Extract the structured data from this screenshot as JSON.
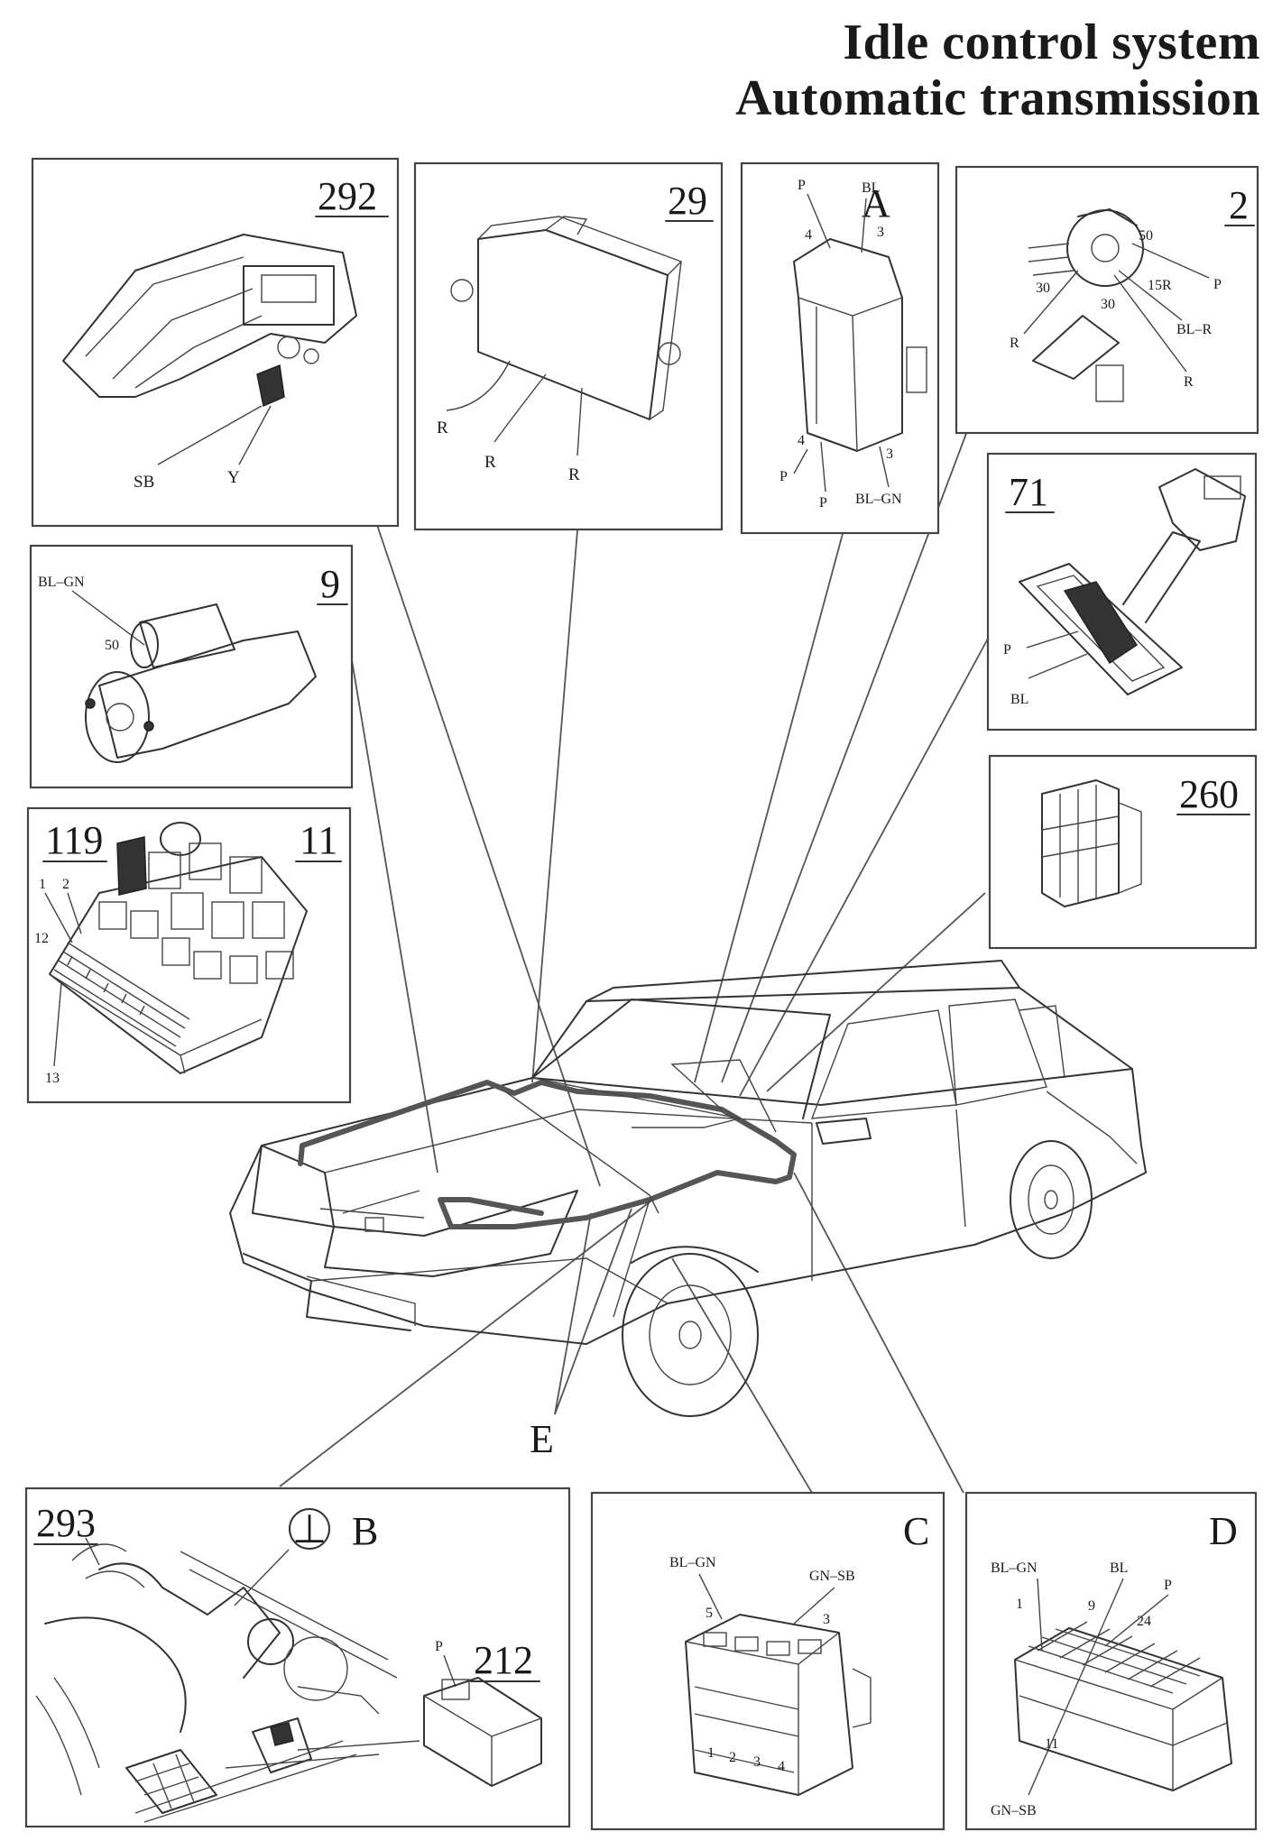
{
  "title": {
    "line1": "Idle control system",
    "line2": "Automatic transmission"
  },
  "panels": {
    "p292": {
      "number": "292",
      "labels": [
        "SB",
        "Y"
      ]
    },
    "p29": {
      "number": "29",
      "labels": [
        "R",
        "R",
        "R"
      ]
    },
    "pA": {
      "letter": "A",
      "labels": [
        "P",
        "BL",
        "4",
        "3",
        "4",
        "P",
        "P",
        "3",
        "BL–GN"
      ]
    },
    "p2": {
      "number": "2",
      "labels": [
        "50",
        "P",
        "30",
        "15R",
        "30",
        "BL–R",
        "R",
        "R"
      ]
    },
    "p71": {
      "number": "71",
      "labels": [
        "P",
        "BL"
      ]
    },
    "p9": {
      "number": "9",
      "labels": [
        "BL–GN",
        "50"
      ]
    },
    "p260": {
      "number": "260"
    },
    "p11": {
      "number": "11",
      "number2": "119",
      "labels": [
        "1",
        "2",
        "12",
        "13"
      ]
    },
    "pB": {
      "letter": "B",
      "number": "293",
      "number2": "212",
      "ground": "⊥",
      "labels": [
        "P"
      ]
    },
    "pC": {
      "letter": "C",
      "labels": [
        "BL–GN",
        "GN–SB",
        "5",
        "3",
        "1",
        "2",
        "3",
        "4"
      ]
    },
    "pD": {
      "letter": "D",
      "labels": [
        "BL–GN",
        "BL",
        "P",
        "1",
        "9",
        "24",
        "11",
        "GN–SB"
      ]
    }
  },
  "car": {
    "label_e": "E"
  }
}
